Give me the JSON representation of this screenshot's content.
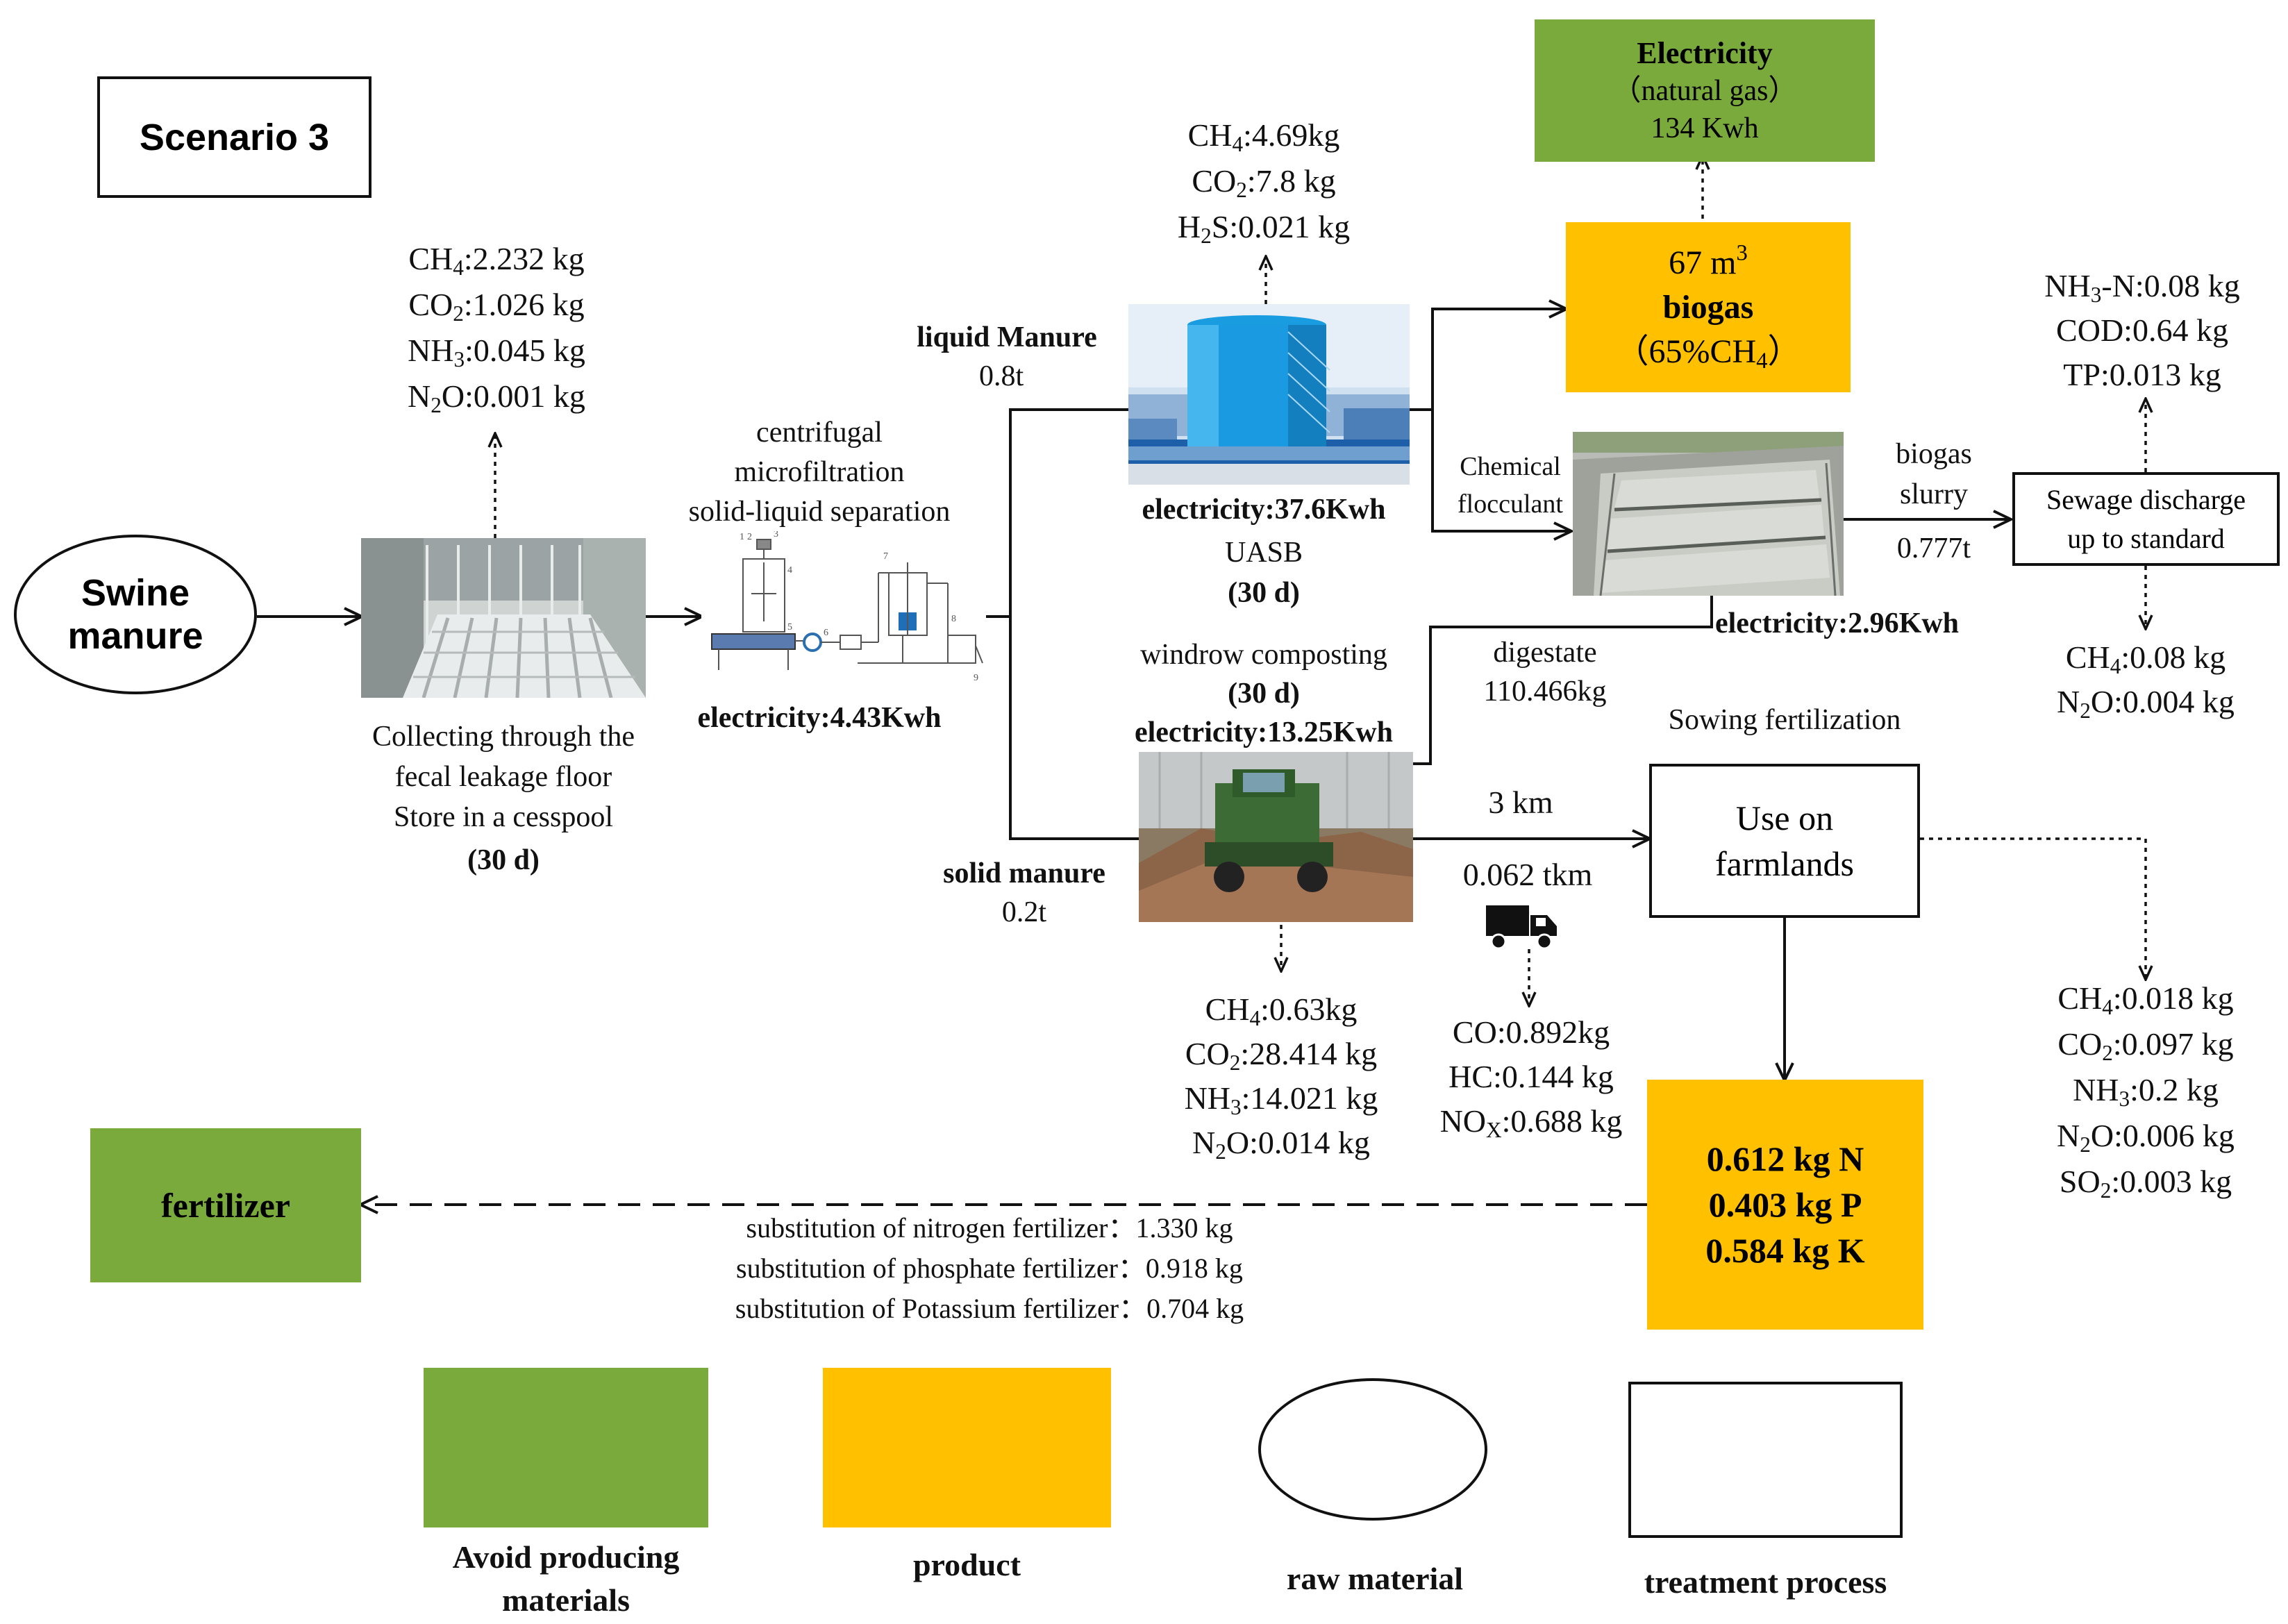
{
  "scenario": "Scenario 3",
  "swine_manure": [
    "Swine",
    "manure"
  ],
  "collect": {
    "emissions": [
      {
        "chem": "CH",
        "sub": "4",
        "val": ":2.232 kg"
      },
      {
        "chem": "CO",
        "sub": "2",
        "val": ":1.026 kg"
      },
      {
        "chem": "NH",
        "sub": "3",
        "val": ":0.045 kg"
      },
      {
        "chem": "N",
        "sub": "2",
        "chem2": "O",
        "val": ":0.001 kg"
      }
    ],
    "lines": [
      "Collecting through the",
      "fecal leakage floor",
      "Store in a cesspool"
    ],
    "duration": "(30 d)"
  },
  "separation": {
    "lines": [
      "centrifugal",
      "microfiltration",
      "solid-liquid separation"
    ],
    "electricity": "electricity:4.43Kwh",
    "diagram_numbers": [
      "1",
      "2",
      "3",
      "4",
      "5",
      "6",
      "7",
      "8",
      "9"
    ]
  },
  "liquid": {
    "label": "liquid Manure",
    "amount": "0.8t"
  },
  "solid": {
    "label": "solid manure",
    "amount": "0.2t"
  },
  "uasb": {
    "emissions": [
      {
        "chem": "CH",
        "sub": "4",
        "val": ":4.69kg"
      },
      {
        "chem": "CO",
        "sub": "2",
        "val": ":7.8 kg"
      },
      {
        "chem": "H",
        "sub": "2",
        "chem2": "S",
        "val": ":0.021 kg"
      }
    ],
    "electricity": "electricity:37.6Kwh",
    "name": "UASB",
    "duration": "(30 d)"
  },
  "electricity_box": {
    "title": "Electricity",
    "sub": "（natural gas）",
    "value": "134 Kwh"
  },
  "biogas_box": {
    "volume": "67 m",
    "sup": "3",
    "label": "biogas",
    "percent_pre": "（65%CH",
    "percent_sub": "4",
    "percent_post": "）"
  },
  "chemical_flocculant": [
    "Chemical",
    "flocculant"
  ],
  "tank_electricity": "electricity:2.96Kwh",
  "biogas_slurry": {
    "lines": [
      "biogas",
      "slurry"
    ],
    "amount": "0.777t"
  },
  "sewage_box": [
    "Sewage discharge",
    "up to standard"
  ],
  "sewage_emissions_top": [
    {
      "chem": "NH",
      "sub": "3",
      "val": "-N:0.08 kg"
    },
    {
      "chem": "COD",
      "sub": "",
      "val": ":0.64 kg"
    },
    {
      "chem": "TP",
      "sub": "",
      "val": ":0.013 kg"
    }
  ],
  "sewage_emissions_bottom": [
    {
      "chem": "CH",
      "sub": "4",
      "val": ":0.08 kg"
    },
    {
      "chem": "N",
      "sub": "2",
      "chem2": "O",
      "val": ":0.004 kg"
    }
  ],
  "composting": {
    "name": "windrow composting",
    "duration": "(30 d)",
    "electricity": "electricity:13.25Kwh",
    "emissions": [
      {
        "chem": "CH",
        "sub": "4",
        "val": ":0.63kg"
      },
      {
        "chem": "CO",
        "sub": "2",
        "val": ":28.414 kg"
      },
      {
        "chem": "NH",
        "sub": "3",
        "val": ":14.021 kg"
      },
      {
        "chem": "N",
        "sub": "2",
        "chem2": "O",
        "val": ":0.014 kg"
      }
    ]
  },
  "digestate": {
    "label": "digestate",
    "amount": "110.466kg"
  },
  "sowing": "Sowing fertilization",
  "transport": {
    "distance": "3 km",
    "tkm": "0.062 tkm",
    "emissions": [
      {
        "chem": "CO",
        "sub": "",
        "val": ":0.892kg"
      },
      {
        "chem": "HC",
        "sub": "",
        "val": ":0.144 kg"
      },
      {
        "chem": "NO",
        "sub": "X",
        "val": ":0.688 kg"
      }
    ]
  },
  "farmlands_box": [
    "Use on",
    "farmlands"
  ],
  "farmland_emissions": [
    {
      "chem": "CH",
      "sub": "4",
      "val": ":0.018 kg"
    },
    {
      "chem": "CO",
      "sub": "2",
      "val": ":0.097 kg"
    },
    {
      "chem": "NH",
      "sub": "3",
      "val": ":0.2 kg"
    },
    {
      "chem": "N",
      "sub": "2",
      "chem2": "O",
      "val": ":0.006 kg"
    },
    {
      "chem": "SO",
      "sub": "2",
      "val": ":0.003 kg"
    }
  ],
  "npk_box": [
    "0.612 kg N",
    "0.403 kg P",
    "0.584 kg K"
  ],
  "fertilizer_box": "fertilizer",
  "substitution": [
    "substitution of nitrogen fertilizer：1.330 kg",
    "substitution of phosphate fertilizer：0.918 kg",
    "substitution of  Potassium fertilizer：0.704 kg"
  ],
  "legend": {
    "avoid": [
      "Avoid producing",
      "materials"
    ],
    "product": "product",
    "raw": "raw material",
    "treatment": "treatment process"
  },
  "colors": {
    "green": "#7aaa3c",
    "yellow": "#ffc000",
    "line": "#111111"
  }
}
